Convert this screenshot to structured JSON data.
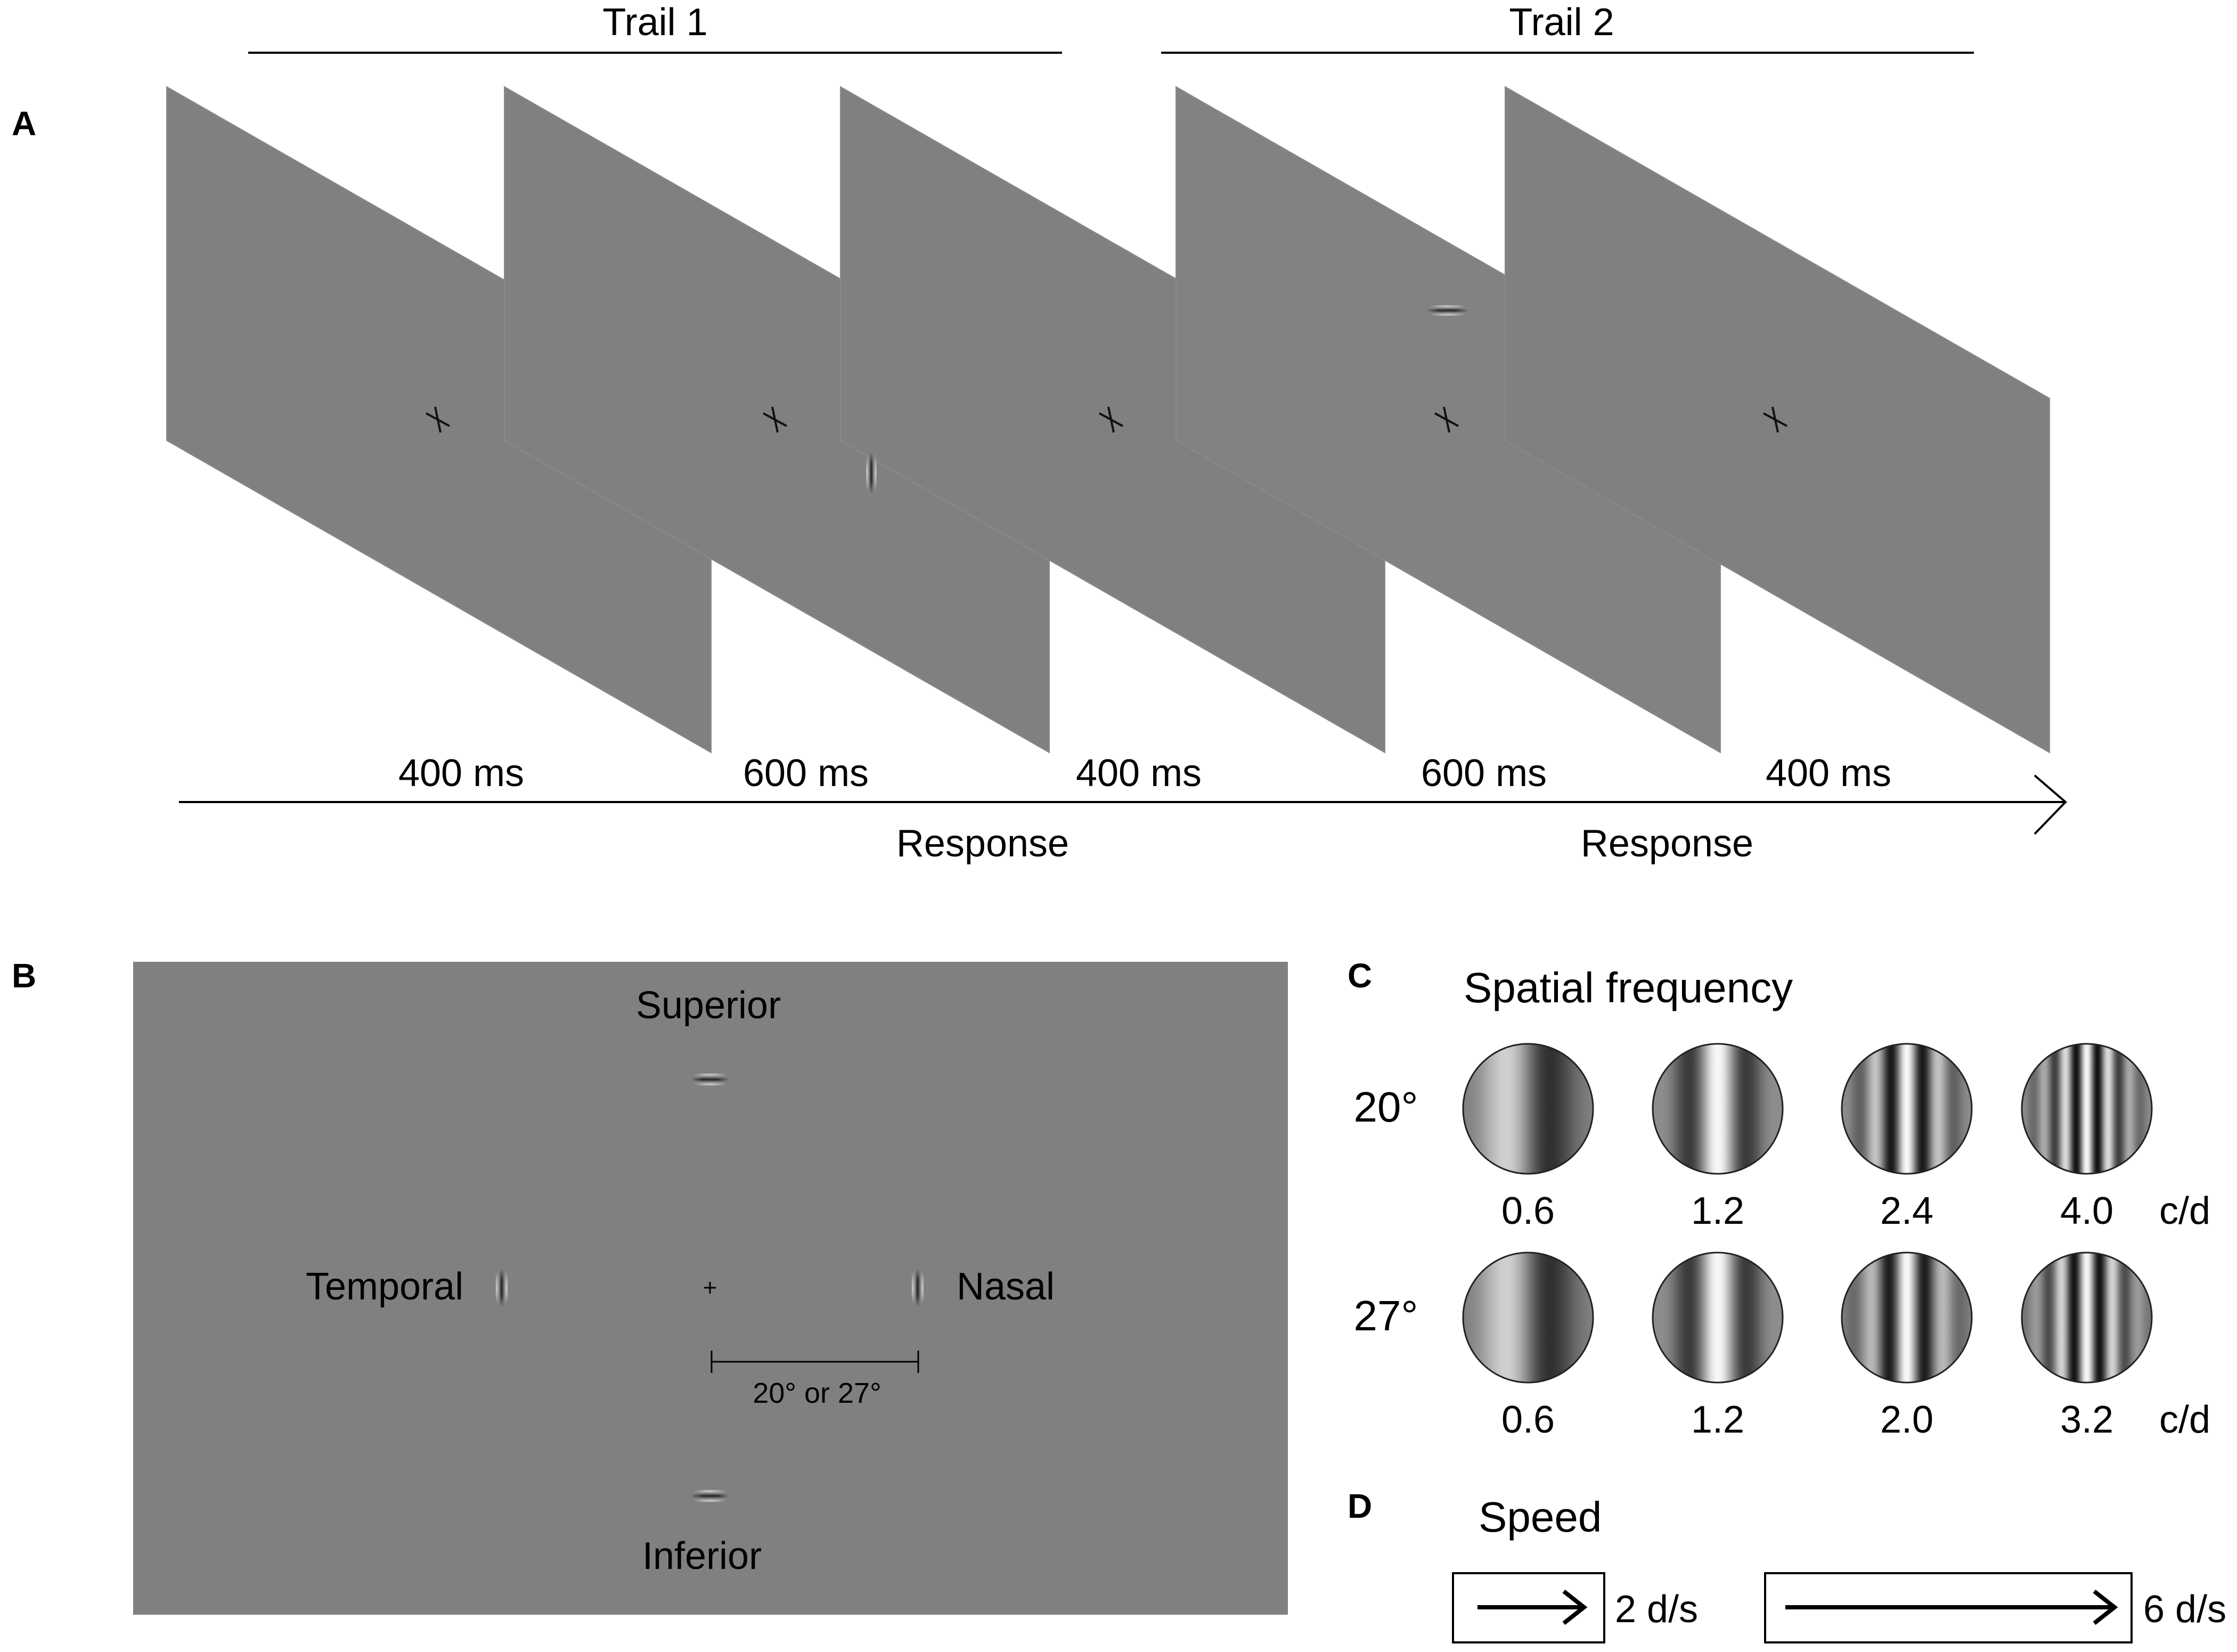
{
  "panel_a": {
    "letter": "A",
    "trials": [
      "Trail 1",
      "Trail 2"
    ],
    "durations": [
      "400 ms",
      "600 ms",
      "400 ms",
      "600 ms",
      "400 ms"
    ],
    "responses": [
      "Response",
      "Response"
    ]
  },
  "panel_b": {
    "letter": "B",
    "superior": "Superior",
    "inferior": "Inferior",
    "temporal": "Temporal",
    "nasal": "Nasal",
    "eccentricity": "20° or 27°"
  },
  "panel_c": {
    "letter": "C",
    "title": "Spatial frequency",
    "rows": [
      {
        "label": "20°",
        "values": [
          "0.6",
          "1.2",
          "2.4",
          "4.0"
        ],
        "unit": "c/d"
      },
      {
        "label": "27°",
        "values": [
          "0.6",
          "1.2",
          "2.0",
          "3.2"
        ],
        "unit": "c/d"
      }
    ]
  },
  "panel_d": {
    "letter": "D",
    "title": "Speed",
    "slow": "2 d/s",
    "fast": "6 d/s"
  },
  "colors": {
    "screen_gray": "#808080",
    "background": "#ffffff",
    "ink": "#000000"
  }
}
